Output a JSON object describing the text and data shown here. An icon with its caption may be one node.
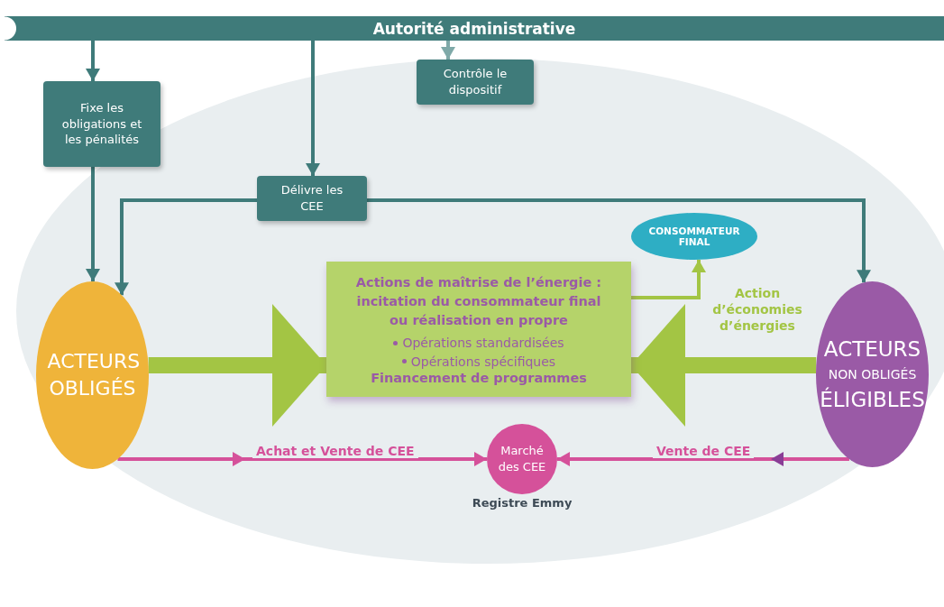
{
  "diagram": {
    "nodes": [
      {
        "text": [
          "Autorité administrative"
        ]
      },
      {
        "text": [
          "Fixe les obligations et les pénalités"
        ]
      },
      {
        "text": [
          "Contrôle le dispositif"
        ]
      },
      {
        "text": [
          "Délivre les CEE"
        ]
      },
      {
        "text": [
          "CONSOMMATEUR FINAL"
        ]
      },
      {
        "text": [
          "Actions de maîtrise de l’énergie : incitation du consommateur final ou réalisation en propre",
          "Opérations standardisées",
          "Opérations spécifiques",
          "Financement de programmes"
        ]
      },
      {
        "text": [
          "ACTEURS OBLIGÉS"
        ]
      },
      {
        "text": [
          "ACTEURS",
          "NON OBLIGÉS",
          "ÉLIGIBLES"
        ]
      },
      {
        "text": [
          "Marché des CEE"
        ],
        "beside": [
          "Registre Emmy"
        ]
      }
    ],
    "edges": [
      {
        "from": 0,
        "to": 1,
        "arrow": "to"
      },
      {
        "from": 0,
        "to": 3,
        "arrow": "to"
      },
      {
        "from": 0,
        "to": 2,
        "arrow": "to",
        "color": "#7fa9a8"
      },
      {
        "from": 1,
        "to": 6,
        "arrow": "to"
      },
      {
        "from": 3,
        "to": 6,
        "arrow": "to"
      },
      {
        "from": 3,
        "to": 7,
        "arrow": "to"
      },
      {
        "from": 6,
        "to": 5,
        "arrow": "to",
        "style": "thick",
        "color": "#a3c544"
      },
      {
        "from": 7,
        "to": 5,
        "arrow": "to",
        "style": "thick",
        "color": "#a3c544",
        "label": "Action d’économies d’énergies"
      },
      {
        "from": 5,
        "to": 4,
        "arrow": "to",
        "color": "#a3c544"
      },
      {
        "from": 6,
        "to": 8,
        "arrow": "to",
        "color": "#d5519a",
        "label": "Achat et Vente de CEE"
      },
      {
        "from": 7,
        "to": 8,
        "arrow": "to",
        "color": "#d5519a",
        "label": "Vente de CEE"
      }
    ]
  }
}
